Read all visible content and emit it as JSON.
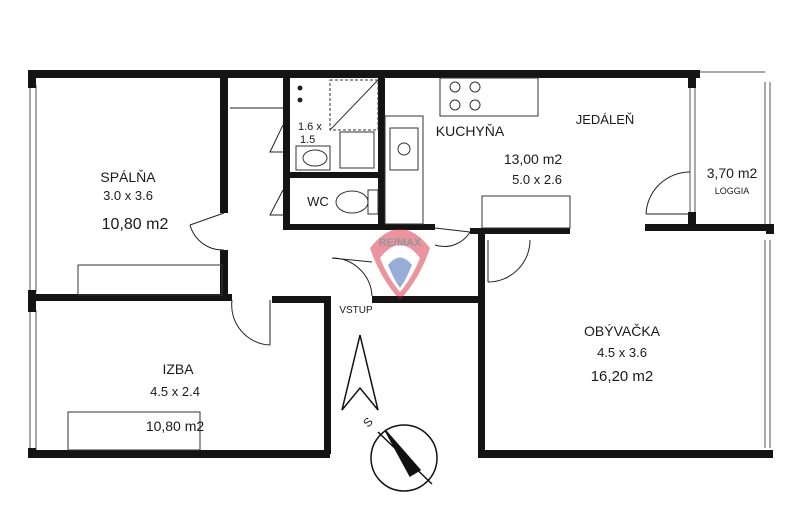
{
  "rooms": {
    "spalna": {
      "name": "SPÁLŇA",
      "dims": "3.0 x 3.6",
      "area": "10,80 m2"
    },
    "bath": {
      "dims_line1": "1.6 x",
      "dims_line2": "1.5"
    },
    "wc": {
      "name": "WC"
    },
    "kuchyna": {
      "name": "KUCHYŇA",
      "area": "13,00 m2",
      "dims": "5.0 x 2.6"
    },
    "jedalen": {
      "name": "JEDÁLEŇ"
    },
    "loggia": {
      "name": "LOGGIA",
      "area": "3,70 m2"
    },
    "izba": {
      "name": "IZBA",
      "dims": "4.5 x 2.4",
      "area": "10,80 m2"
    },
    "obyvacka": {
      "name": "OBÝVAČKA",
      "dims": "4.5 x 3.6",
      "area": "16,20 m2"
    }
  },
  "entrance": {
    "label": "VSTUP"
  },
  "compass": {
    "north_label": "S"
  },
  "watermark": {
    "brand": "RE/MAX",
    "color": "#d5152c",
    "secondary_color": "#1f4aa8"
  },
  "colors": {
    "wall": "#141414",
    "fixture": "#333333"
  }
}
